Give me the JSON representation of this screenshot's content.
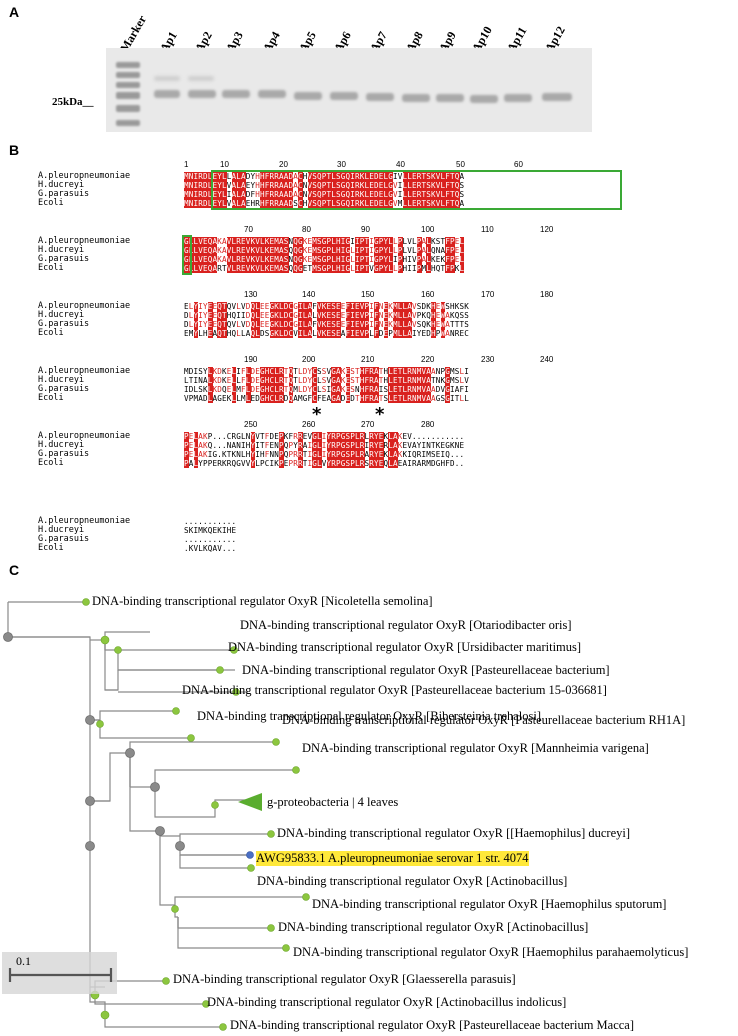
{
  "panels": {
    "a": "A",
    "b": "B",
    "c": "C"
  },
  "gel": {
    "lanes": [
      "Marker",
      "Ap1",
      "Ap2",
      "Ap3",
      "Ap4",
      "Ap5",
      "Ap6",
      "Ap7",
      "Ap8",
      "Ap9",
      "Ap10",
      "Ap11",
      "Ap12"
    ],
    "size_label": "25kDa__"
  },
  "alignment": {
    "species": [
      "A.pleuropneumoniae",
      "H.ducreyi",
      "G.parasuis",
      "Ecoli"
    ],
    "blocks": [
      {
        "ruler": [
          "1",
          "10",
          "20",
          "30",
          "40",
          "50",
          "60"
        ],
        "rows": [
          "MNIRDLEYLLALADYHHFRRAADACHVSQPTLSGQIRKLEDELGIVLLERTSKVLFTQA",
          "MNIRDLEYLVALAEYHHFRRAADACNVSQPTLSGQIRKLEDELGVILLERTSKVLFTQS",
          "MNIRDLEYLIALADFHHFRRAADACNVSQPTLSGQIRKLEDELGVILLERTSKVLFTQS",
          "MNIRDLEYLVALAEHRHFRRAADSCHVSQPTLSGQIRKLEDELGVMLLERTSKVLFTQA"
        ]
      },
      {
        "ruler": [
          "70",
          "80",
          "90",
          "100",
          "110",
          "120"
        ],
        "rows": [
          "GLLVEQAKAVLREVKVLKEMASNQGKEMSGPLHIGIIPTIGPYLLPLVLPALKSTFPEL",
          "GLLVEQAKAVLREVKVLKEMASQQGKEMSGPLHIGLIPTIGPYLLPLVLPALQNAFPEL",
          "GLLVEQAKAVLREVKVLKEMASNQGKEMSGPLHIGLIPTIGPYLIPHIVPALKEKFPEL",
          "GLLVEQARTVLREVKVLKEMASQQGETMSGPLHIGLIPTVGPYLLPHIIPMLHQTFPKL"
        ]
      },
      {
        "ruler": [
          "130",
          "140",
          "150",
          "160",
          "170",
          "180"
        ],
        "rows": [
          "ELYIYEEQTQVLVDQLEEGKLDCGILAFVKESEEFIEVPIFNEKMLLAVSDKHEWSHKSK",
          "DLYIYEEQTHQIIDQLEEGKLDCGILALVKESEEFIEVPIFNEKMLLAVPKQHEWAKQSS",
          "DLYIYEEQTQVLVDQLEEGKLDCGILAFVKESEEFIEVPIFNEKMLLAVSQKHEWATTTS",
          "EMYLHEAQTHQLLAQLDSGKLDCVILALVKESEAFIEVPLFDEPMLLAIYEDHPWANREC"
        ]
      },
      {
        "ruler": [
          "190",
          "200",
          "210",
          "220",
          "230",
          "240"
        ],
        "rows": [
          "MDISYLKDKELIFLDEGHCLRTQTLDYCSSVGAKESTHFRATHLETLRNMVAANPGMSLI",
          "LTINALKDKELLFLDEGHCLRTQTLDYCLSVGAKESTHFRATHLETLRNMVATNKGMSLV",
          "IDLSKLKDQELMFLDEGHCLRTQMLDYCLSIGAKESNHFRAISLETLRNMVAADVGIAFI",
          "VPMADLAGEKLLMLEDGHCLRDQAMGFCFEAGADEDTHFRATSLETLRNMVAAGSGITLL"
        ]
      },
      {
        "ruler": [
          "250",
          "260",
          "270",
          "280"
        ],
        "rows": [
          "PELAKP...CRGLNYVTFDEPKFRREVGLIYRPGSPLRLRYEKLAKEV...........",
          "PELAKQ...NANIHYITFENPQPYRAIGLIYRPGSPLRIRYERLAKEVAYINTKEGKNE",
          "PELAKIG.KTKNLHYIHFNNPQPRRTIGLIYRPGSPLRARYEKLAKKIQRIMSEIQ...",
          "PALYPPERKRQGVVYLPCIKPEPRRTIGLVYRPGSPLRSRYEQLAEAIRARMDGHFD.."
        ]
      },
      {
        "ruler": [],
        "rows": [
          "...........",
          "SKIMKQEKIHE",
          "...........",
          ".KVLKQAV..."
        ]
      }
    ],
    "conserved_markers": [
      "*",
      "*"
    ]
  },
  "tree": {
    "scale_label": "0.1",
    "leaves": [
      "DNA-binding transcriptional regulator OxyR [Nicoletella semolina]",
      "DNA-binding transcriptional regulator OxyR [Otariodibacter oris]",
      "DNA-binding transcriptional regulator OxyR [Ursidibacter maritimus]",
      "DNA-binding transcriptional regulator OxyR [Pasteurellaceae bacterium]",
      "DNA-binding transcriptional regulator OxyR [Pasteurellaceae bacterium 15-036681]",
      "DNA-binding transcriptional regulator OxyR [Bibersteinia trehalosi]",
      "DNA-binding transcriptional regulator OxyR [Pasteurellaceae bacterium RH1A]",
      "DNA-binding transcriptional regulator OxyR [Mannheimia varigena]",
      "g-proteobacteria | 4 leaves",
      "DNA-binding transcriptional regulator OxyR [[Haemophilus] ducreyi]",
      "AWG95833.1 A.pleuropneumoniae serovar 1 str. 4074",
      "DNA-binding transcriptional regulator OxyR [Actinobacillus]",
      "DNA-binding transcriptional regulator OxyR [Haemophilus sputorum]",
      "DNA-binding transcriptional regulator OxyR [Actinobacillus]",
      "DNA-binding transcriptional regulator OxyR [Haemophilus parahaemolyticus]",
      "DNA-binding transcriptional regulator OxyR [Glaesserella parasuis]",
      "DNA-binding transcriptional regulator OxyR [Actinobacillus indolicus]",
      "DNA-binding transcriptional regulator OxyR [Pasteurellaceae bacterium Macca]"
    ],
    "colors": {
      "leaf_node": "#8cc63f",
      "internal_node": "#8a8a8a",
      "collapsed": "#5aad2f",
      "highlight": "#ffe83a",
      "query_node": "#4a6fc4"
    }
  }
}
